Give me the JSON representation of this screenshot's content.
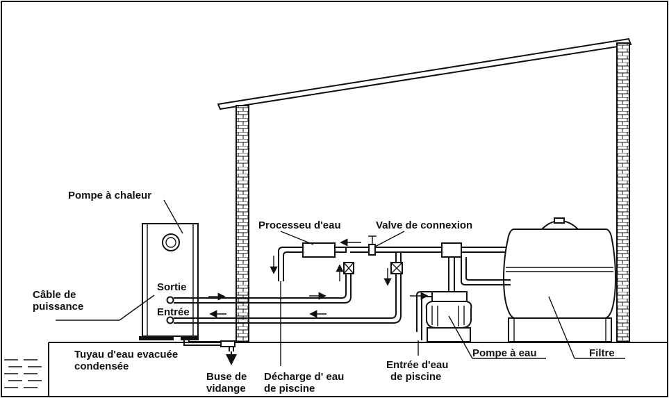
{
  "labels": {
    "heat_pump": "Pompe à chaleur",
    "water_processor": "Processeu d'eau",
    "connection_valve": "Valve de connexion",
    "outlet": "Sortie",
    "inlet": "Entrée",
    "power_cable_1": "Câble de",
    "power_cable_2": "puissance",
    "condensate_1": "Tuyau d'eau evacuée",
    "condensate_2": "condensée",
    "drain_1": "Buse de",
    "drain_2": "vidange",
    "pool_discharge_1": "Décharge d' eau",
    "pool_discharge_2": "de piscine",
    "pool_inlet_1": "Entrée d'eau",
    "pool_inlet_2": "de piscine",
    "water_pump": "Pompe à eau",
    "filter": "Filtre"
  }
}
